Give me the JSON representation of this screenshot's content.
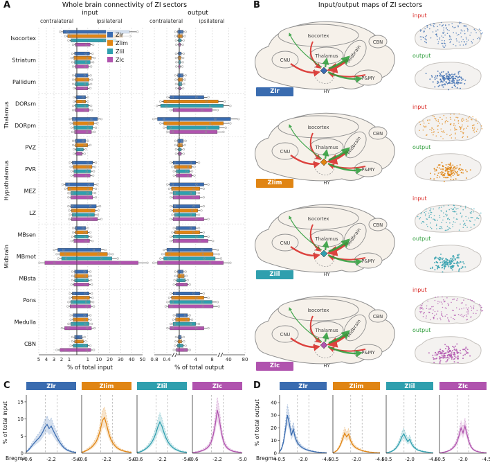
{
  "sectors": [
    {
      "name": "ZIr",
      "color": "#3a6cb0"
    },
    {
      "name": "ZIim",
      "color": "#e08514"
    },
    {
      "name": "ZIil",
      "color": "#2f9fae"
    },
    {
      "name": "ZIc",
      "color": "#b053ae"
    }
  ],
  "io_colors": {
    "input": "#d92b27",
    "output": "#2f9e3c"
  },
  "panelA": {
    "label": "A",
    "title": "Whole brain connectivity of ZI sectors",
    "groups": [
      {
        "name": "Thalamus",
        "from": 3,
        "to": 4
      },
      {
        "name": "Hypothalamus",
        "from": 5,
        "to": 8
      },
      {
        "name": "Midbrain",
        "from": 9,
        "to": 11
      }
    ],
    "regions": [
      "Isocortex",
      "Striatum",
      "Pallidum",
      "DORsm",
      "DORpm",
      "PVZ",
      "PVR",
      "MEZ",
      "LZ",
      "MBsen",
      "MBmot",
      "MBsta",
      "Pons",
      "Medulla",
      "CBN"
    ]
  },
  "chart_data": [
    {
      "id": "A-input",
      "type": "bar",
      "orientation": "horizontal",
      "title": "input",
      "xlabel": "% of total input",
      "sides": {
        "contra": {
          "label": "contralateral",
          "ticks": [
            5,
            4,
            3,
            2,
            1
          ],
          "stops": [
            0,
            1,
            2,
            3,
            4,
            5
          ]
        },
        "ipsi": {
          "label": "ipsilateral",
          "ticks": [
            1,
            10,
            20,
            30,
            40,
            50
          ],
          "stops": [
            0,
            1,
            10,
            20,
            30,
            40,
            50
          ]
        }
      },
      "regions": [
        "Isocortex",
        "Striatum",
        "Pallidum",
        "DORsm",
        "DORpm",
        "PVZ",
        "PVR",
        "MEZ",
        "LZ",
        "MBsen",
        "MBmot",
        "MBsta",
        "Pons",
        "Medulla",
        "CBN"
      ],
      "series": [
        {
          "name": "ZIr",
          "contra": [
            1.8,
            0.3,
            0.2,
            0.1,
            0.6,
            0.2,
            0.6,
            1.5,
            0.8,
            0.2,
            2.5,
            0.3,
            0.6,
            0.5,
            0.3
          ],
          "ipsi": [
            38,
            2.5,
            1.2,
            0.8,
            9,
            0.8,
            5,
            6,
            8,
            0.8,
            12,
            1,
            2,
            1,
            0.5
          ]
        },
        {
          "name": "ZIim",
          "contra": [
            1.2,
            0.4,
            0.2,
            0.1,
            0.5,
            0.2,
            0.5,
            1.2,
            0.7,
            0.2,
            2.2,
            0.3,
            0.6,
            0.5,
            0.3
          ],
          "ipsi": [
            32,
            4,
            2,
            0.8,
            6,
            1,
            4.5,
            5,
            7,
            1,
            18,
            1.2,
            2.5,
            1.2,
            0.6
          ]
        },
        {
          "name": "ZIil",
          "contra": [
            0.8,
            0.3,
            0.2,
            0.2,
            0.4,
            0.1,
            0.4,
            0.8,
            0.6,
            0.3,
            2.0,
            0.3,
            0.8,
            0.8,
            0.5
          ],
          "ipsi": [
            26,
            3,
            1.5,
            1.5,
            5,
            0.6,
            3.5,
            4.5,
            6.5,
            1.5,
            22,
            1.5,
            3,
            2,
            1
          ]
        },
        {
          "name": "ZIc",
          "contra": [
            0.2,
            0.2,
            0.1,
            0.2,
            0.3,
            0.1,
            0.4,
            0.8,
            0.7,
            0.4,
            4.2,
            0.4,
            0.9,
            1.6,
            2.2
          ],
          "ipsi": [
            3,
            1.5,
            1,
            2,
            4,
            0.5,
            3,
            5,
            9,
            2.5,
            46,
            2,
            3.5,
            4,
            3.5
          ]
        }
      ]
    },
    {
      "id": "A-output",
      "type": "bar",
      "orientation": "horizontal",
      "title": "output",
      "xlabel": "% of total output",
      "sides": {
        "contra": {
          "label": "contralateral",
          "ticks": [
            0.8,
            0.4
          ],
          "stops": [
            0,
            0.4,
            0.8
          ],
          "break": true
        },
        "ipsi": {
          "label": "ipsilateral",
          "ticks": [
            4,
            8,
            40,
            80
          ],
          "stops": [
            0,
            4,
            8,
            40,
            80
          ],
          "break": true
        }
      },
      "regions": [
        "Isocortex",
        "Striatum",
        "Pallidum",
        "DORsm",
        "DORpm",
        "PVZ",
        "PVR",
        "MEZ",
        "LZ",
        "MBsen",
        "MBmot",
        "MBsta",
        "Pons",
        "Medulla",
        "CBN"
      ],
      "series": [
        {
          "name": "ZIr",
          "contra": [
            0.05,
            0.03,
            0.05,
            0.3,
            0.7,
            0.05,
            0.2,
            0.3,
            0.2,
            0.1,
            0.4,
            0.05,
            0.2,
            0.1,
            0.03
          ],
          "ipsi": [
            1,
            0.5,
            1,
            6,
            45,
            1,
            4,
            6,
            5,
            4,
            8,
            1,
            5,
            2,
            0.5
          ]
        },
        {
          "name": "ZIim",
          "contra": [
            0.05,
            0.03,
            0.04,
            0.5,
            0.5,
            0.05,
            0.15,
            0.25,
            0.2,
            0.15,
            0.45,
            0.05,
            0.25,
            0.12,
            0.04
          ],
          "ipsi": [
            0.8,
            0.4,
            0.8,
            20,
            30,
            0.8,
            3,
            5,
            4.5,
            5,
            10,
            1.2,
            6,
            2.5,
            0.6
          ]
        },
        {
          "name": "ZIil",
          "contra": [
            0.03,
            0.02,
            0.03,
            0.6,
            0.4,
            0.03,
            0.1,
            0.2,
            0.15,
            0.2,
            0.5,
            0.08,
            0.3,
            0.2,
            0.06
          ],
          "ipsi": [
            0.5,
            0.3,
            0.6,
            30,
            22,
            0.5,
            2.5,
            4,
            4,
            6,
            14,
            1.5,
            8,
            4,
            1
          ]
        },
        {
          "name": "ZIc",
          "contra": [
            0.02,
            0.02,
            0.02,
            0.2,
            0.3,
            0.03,
            0.1,
            0.2,
            0.2,
            0.2,
            0.7,
            0.1,
            0.35,
            0.3,
            0.1
          ],
          "ipsi": [
            0.3,
            0.2,
            0.4,
            8,
            18,
            0.5,
            3,
            5,
            6,
            7,
            30,
            2,
            10,
            6,
            2
          ]
        }
      ]
    },
    {
      "id": "C-ZIr",
      "type": "line",
      "sector": "ZIr",
      "title": "ZIr",
      "ylabel": "% of total input",
      "x_start": "+0.6",
      "x_end": "-5.0",
      "y": [
        0.4,
        0.9,
        1.6,
        2.4,
        3.1,
        3.8,
        4.4,
        5.2,
        6.3,
        7.6,
        8.4,
        7.2,
        7.9,
        6.6,
        5.4,
        4.3,
        3.3,
        2.4,
        1.7,
        1.2,
        0.8,
        0.6,
        0.4,
        0.3,
        0.2
      ]
    },
    {
      "id": "C-ZIim",
      "type": "line",
      "sector": "ZIim",
      "title": "ZIim",
      "ylabel": "% of total input",
      "x_start": "+0.6",
      "x_end": "-5.0",
      "y": [
        0.2,
        0.4,
        0.7,
        1.0,
        1.4,
        1.9,
        2.6,
        3.4,
        4.8,
        6.9,
        9.6,
        10.4,
        8.3,
        5.9,
        4.1,
        3.0,
        2.2,
        1.6,
        1.2,
        0.9,
        0.7,
        0.5,
        0.4,
        0.3,
        0.2
      ]
    },
    {
      "id": "C-ZIil",
      "type": "line",
      "sector": "ZIil",
      "title": "ZIil",
      "ylabel": "% of total input",
      "x_start": "+0.6",
      "x_end": "-5.0",
      "y": [
        0.2,
        0.3,
        0.5,
        0.8,
        1.2,
        1.7,
        2.3,
        3.1,
        4.2,
        5.7,
        7.6,
        9.1,
        7.9,
        6.0,
        4.4,
        3.2,
        2.4,
        1.8,
        1.3,
        1.0,
        0.7,
        0.5,
        0.4,
        0.3,
        0.2
      ]
    },
    {
      "id": "C-ZIc",
      "type": "line",
      "sector": "ZIc",
      "title": "ZIc",
      "ylabel": "% of total input",
      "x_start": "+0.6",
      "x_end": "-5.0",
      "y": [
        0.1,
        0.2,
        0.3,
        0.4,
        0.6,
        0.8,
        1.1,
        1.5,
        2.1,
        3.2,
        5.2,
        8.3,
        12.6,
        9.8,
        5.9,
        3.4,
        2.1,
        1.4,
        1.0,
        0.7,
        0.5,
        0.4,
        0.3,
        0.2,
        0.1
      ]
    },
    {
      "id": "D-ZIr",
      "type": "line",
      "sector": "ZIr",
      "title": "ZIr",
      "ylabel": "% of total output",
      "x_start": "+0.5",
      "x_end": "-4.5",
      "y": [
        1.2,
        3.5,
        9,
        19,
        30,
        23,
        14,
        19,
        12,
        8.5,
        6.5,
        5,
        4,
        3.2,
        2.6,
        2.1,
        1.7,
        1.4,
        1.1,
        0.9,
        0.7,
        0.6,
        0.5,
        0.4,
        0.3
      ]
    },
    {
      "id": "D-ZIim",
      "type": "line",
      "sector": "ZIim",
      "title": "ZIim",
      "ylabel": "% of total output",
      "x_start": "+0.5",
      "x_end": "-4.5",
      "y": [
        0.5,
        1,
        2,
        4,
        7,
        11.5,
        15.8,
        13,
        15,
        10,
        7,
        5.2,
        4,
        3.2,
        2.6,
        2,
        1.6,
        1.3,
        1,
        0.8,
        0.7,
        0.5,
        0.4,
        0.3,
        0.3
      ]
    },
    {
      "id": "D-ZIil",
      "type": "line",
      "sector": "ZIil",
      "title": "ZIil",
      "ylabel": "% of total output",
      "x_start": "+0.5",
      "x_end": "-4.5",
      "y": [
        0.3,
        0.6,
        1,
        1.6,
        2.6,
        4,
        6.2,
        9.1,
        13,
        15.2,
        12,
        9.2,
        11,
        7.3,
        5,
        3.6,
        2.6,
        2,
        1.6,
        1.2,
        1,
        0.8,
        0.6,
        0.4,
        0.3
      ]
    },
    {
      "id": "D-ZIc",
      "type": "line",
      "sector": "ZIc",
      "title": "ZIc",
      "ylabel": "% of total output",
      "x_start": "+0.5",
      "x_end": "-4.5",
      "y": [
        0.2,
        0.4,
        0.7,
        1,
        1.5,
        2.1,
        3,
        4.3,
        6.2,
        9.2,
        14,
        20,
        16,
        21.5,
        15,
        9,
        5.3,
        3.2,
        2.1,
        1.5,
        1.1,
        0.8,
        0.6,
        0.4,
        0.3
      ]
    }
  ],
  "panelB": {
    "label": "B",
    "title": "Input/output maps of  ZI sectors",
    "diagram_regions": [
      "Isocortex",
      "CNU",
      "Thalamus",
      "Midbrain",
      "CBN",
      "P&MY",
      "HY"
    ],
    "input_label": "input",
    "output_label": "output",
    "rows": [
      {
        "sector": "ZIr"
      },
      {
        "sector": "ZIim"
      },
      {
        "sector": "ZIil"
      },
      {
        "sector": "ZIc"
      }
    ]
  },
  "panelC": {
    "label": "C",
    "ylabel": "% of total input",
    "yticks": [
      0,
      5,
      10,
      15
    ],
    "ymax": 17,
    "xticks": [
      "+0.6",
      "-2.2",
      "-5.0"
    ],
    "xlabel": "Bregma"
  },
  "panelD": {
    "label": "D",
    "ylabel": "% of total output",
    "yticks": [
      0,
      10,
      20,
      30,
      40
    ],
    "ymax": 46,
    "xticks": [
      "+0.5",
      "-2.0",
      "-4.5"
    ],
    "xlabel": "Bregma"
  }
}
